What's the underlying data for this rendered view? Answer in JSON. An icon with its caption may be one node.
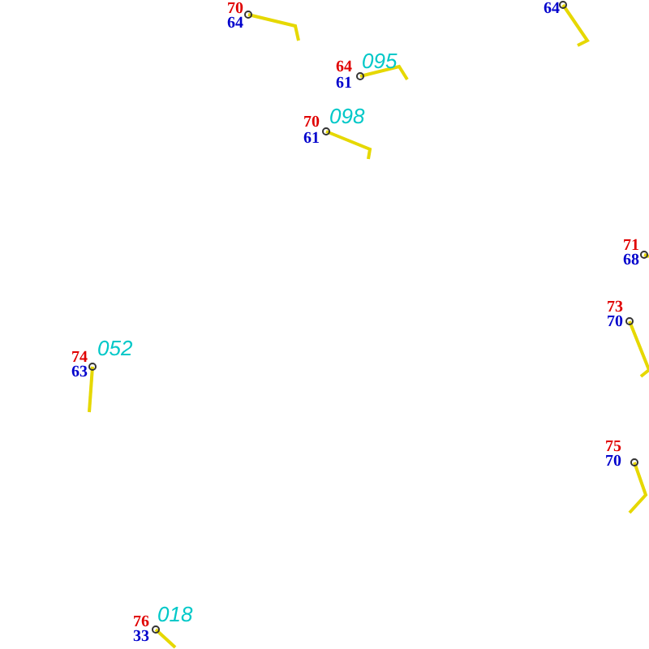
{
  "diagram": {
    "labels": [
      "70",
      "64",
      "64",
      "64",
      "61",
      "095",
      "70",
      "61",
      "098",
      "71",
      "68",
      "73",
      "70",
      "74",
      "63",
      "052",
      "75",
      "70",
      "76",
      "33",
      "018"
    ]
  }
}
